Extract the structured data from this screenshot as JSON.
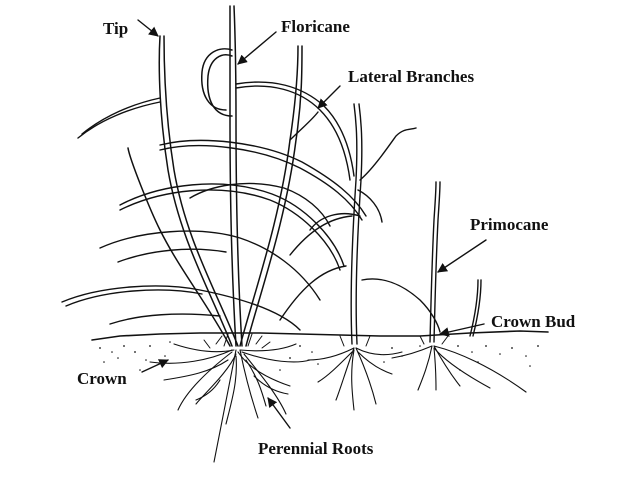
{
  "labels": {
    "tip": "Tip",
    "floricane": "Floricane",
    "lateral_branches": "Lateral Branches",
    "primocane": "Primocane",
    "crown_bud": "Crown Bud",
    "crown": "Crown",
    "perennial_roots": "Perennial Roots"
  },
  "colors": {
    "ink": "#111111",
    "background": "#ffffff"
  }
}
